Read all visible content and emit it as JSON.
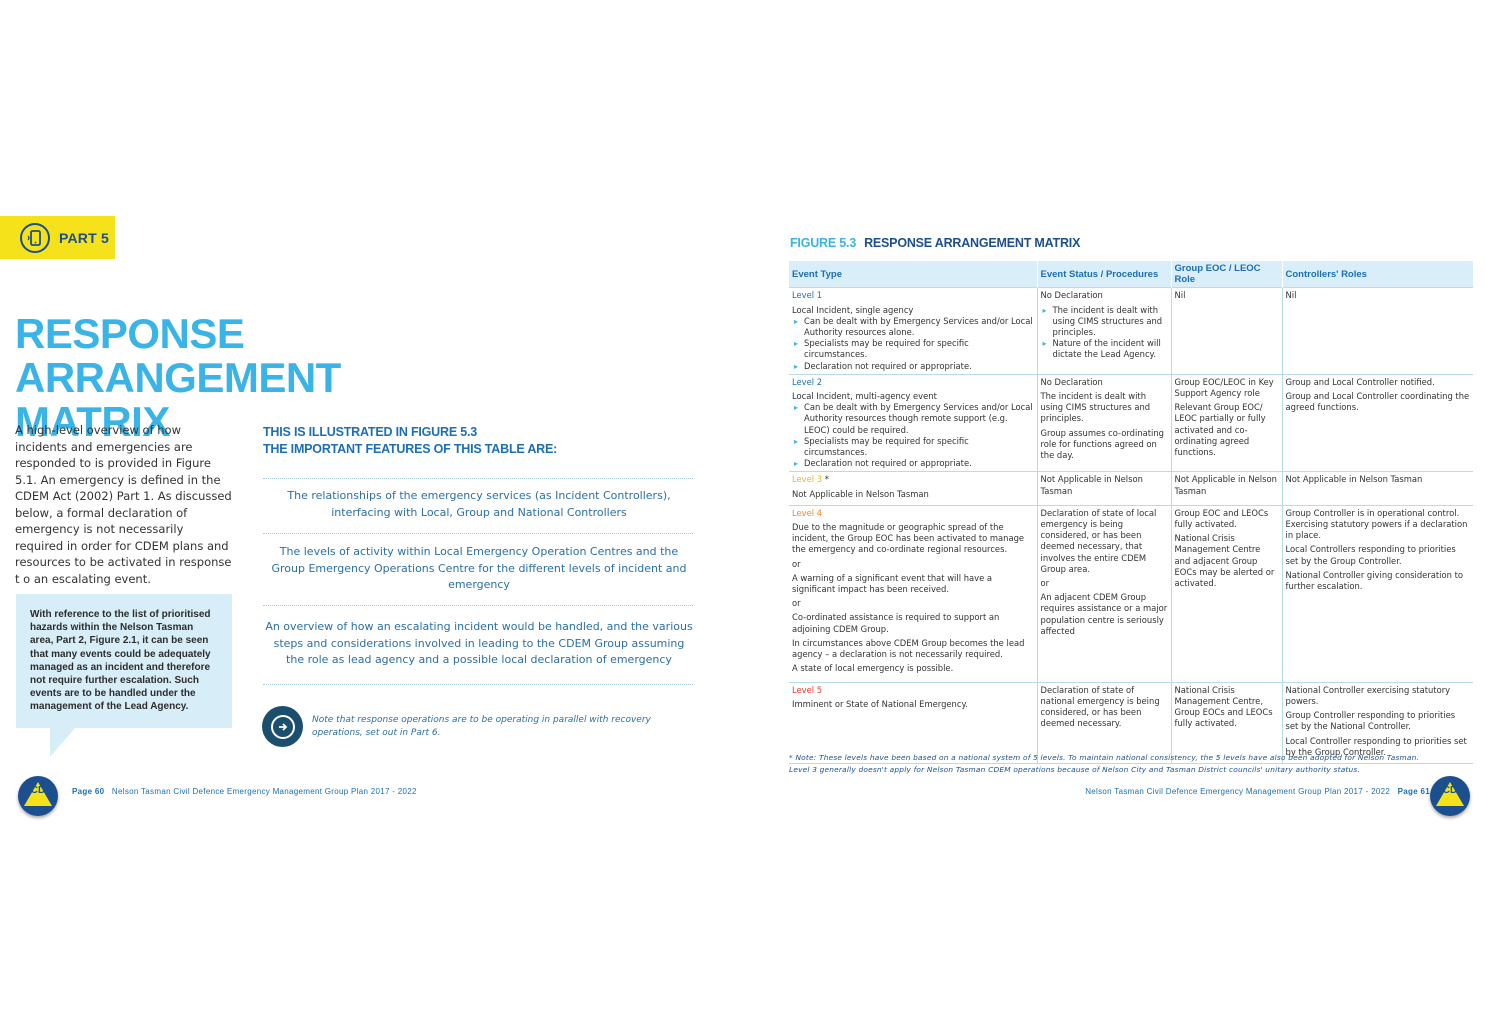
{
  "part_tab": {
    "label": "PART 5",
    "icon": "phone-icon"
  },
  "title": {
    "line1": "RESPONSE",
    "line2": "ARRANGEMENT MATRIX"
  },
  "intro": "A high-level overview of how incidents and emergencies are responded to is provided in Figure 5.1. An emergency is defined in the CDEM Act (2002) Part 1. As discussed below, a formal declaration of emergency is not necessarily required in order for CDEM plans and resources to be activated in response t o an escalating event.",
  "callout": "With reference to the list of prioritised hazards within the Nelson Tasman area, Part 2, Figure 2.1, it can be seen that many events could be adequately managed as an incident and therefore not require further escalation.  Such events are to be handled under the management of the Lead Agency.",
  "features": {
    "heading_line1": "THIS IS ILLUSTRATED IN FIGURE 5.3",
    "heading_line2": "THE IMPORTANT FEATURES OF THIS TABLE ARE:",
    "items": [
      "The relationships of the emergency services (as Incident Controllers), interfacing with Local, Group and National Controllers",
      "The levels of activity within Local Emergency Operation Centres and the Group Emergency Operations Centre for the different levels of incident and emergency",
      "An overview of how an escalating incident would be handled, and the various steps and considerations involved in leading to the CDEM Group assuming the role as lead agency and a possible local declaration of emergency"
    ]
  },
  "note": "Note that response operations are to be operating in parallel with recovery operations, set out in Part 6.",
  "footer": {
    "left_page": "Page 60",
    "left_text": "Nelson Tasman Civil Defence Emergency Management Group Plan 2017 - 2022",
    "right_text": "Nelson Tasman Civil Defence Emergency Management Group Plan 2017 - 2022",
    "right_page": "Page 61",
    "logo_text": "CD"
  },
  "figure": {
    "number": "FIGURE 5.3",
    "title": "RESPONSE ARRANGEMENT MATRIX",
    "headers": [
      "Event Type",
      "Event Status / Procedures",
      "Group EOC / LEOC Role",
      "Controllers' Roles"
    ],
    "rows": [
      {
        "level": "Level 1",
        "event_type": [
          "Local Incident, single agency"
        ],
        "event_bullets": [
          "Can be dealt with by Emergency Services and/or Local Authority resources alone.",
          "Specialists may be required for specific circumstances.",
          "Declaration not required or appropriate."
        ],
        "event_after": [],
        "status": [
          "No Declaration"
        ],
        "status_bullets": [
          "The incident is dealt with using CIMS structures and principles.",
          "Nature of the incident will dictate the Lead Agency."
        ],
        "status_after": [],
        "eoc": [
          "Nil"
        ],
        "controllers": [
          "Nil"
        ]
      },
      {
        "level": "Level 2",
        "event_type": [
          "Local Incident, multi-agency event"
        ],
        "event_bullets": [
          "Can be dealt with by Emergency Services and/or Local Authority resources though remote support (e.g. LEOC) could be required.",
          "Specialists may be required for specific circumstances.",
          "Declaration not required or appropriate."
        ],
        "event_after": [],
        "status": [
          "No Declaration",
          "The incident is dealt with using CIMS structures and principles.",
          "Group assumes co-ordinating role for functions agreed on the day."
        ],
        "status_bullets": [],
        "status_after": [],
        "eoc": [
          "Group EOC/LEOC in Key Support Agency role",
          "Relevant Group EOC/ LEOC partially or fully activated and co-ordinating agreed functions."
        ],
        "controllers": [
          "Group and Local Controller notified.",
          "Group and Local Controller coordinating the agreed functions."
        ]
      },
      {
        "level": "Level 3",
        "level_suffix": " *",
        "event_type": [
          "Not Applicable in Nelson Tasman"
        ],
        "event_bullets": [],
        "event_after": [],
        "status": [
          "Not Applicable in Nelson Tasman"
        ],
        "status_bullets": [],
        "status_after": [],
        "eoc": [
          "Not Applicable in Nelson Tasman"
        ],
        "controllers": [
          "Not Applicable in Nelson Tasman"
        ]
      },
      {
        "level": "Level 4",
        "event_type": [
          "Due to the magnitude or geographic spread of the incident, the Group EOC has been activated to manage the emergency and co-ordinate regional resources.",
          "or",
          "A warning of a significant event that will have a significant impact has been received.",
          "or",
          "Co-ordinated assistance is required to support an adjoining CDEM Group.",
          "In circumstances above CDEM Group becomes the lead agency – a declaration is not necessarily required.",
          "A state of local emergency is possible."
        ],
        "event_bullets": [],
        "event_after": [],
        "status": [
          "Declaration of state of local emergency is being considered, or has been deemed necessary, that involves the entire CDEM Group area.",
          "or",
          "An adjacent CDEM Group requires assistance or a major population centre is seriously affected"
        ],
        "status_bullets": [],
        "status_after": [],
        "eoc": [
          "Group EOC and LEOCs fully activated.",
          "National Crisis Management Centre and adjacent Group EOCs may be alerted or activated."
        ],
        "controllers": [
          "Group Controller is in operational control.  Exercising statutory powers if a declaration in place.",
          "Local Controllers responding to priorities set by the Group Controller.",
          "National Controller giving consideration to further escalation."
        ]
      },
      {
        "level": "Level 5",
        "event_type": [
          "Imminent or State of National Emergency."
        ],
        "event_bullets": [],
        "event_after": [],
        "status": [
          "Declaration of state of national emergency is being considered, or has been deemed necessary."
        ],
        "status_bullets": [],
        "status_after": [],
        "eoc": [
          "National Crisis Management Centre, Group EOCs and LEOCs fully activated."
        ],
        "controllers": [
          "National Controller exercising statutory powers.",
          "Group Controller responding to priorities set by the National Controller.",
          "Local Controller responding to priorities set by the Group Controller."
        ]
      }
    ],
    "footnote_line1": "* Note: These levels have been based on a national system of 5 levels. To maintain national consistency, the 5 levels have also been adopted for Nelson Tasman.",
    "footnote_line2": "Level 3 generally doesn't apply for Nelson Tasman CDEM operations because of Nelson City and Tasman District councils' unitary authority status."
  }
}
